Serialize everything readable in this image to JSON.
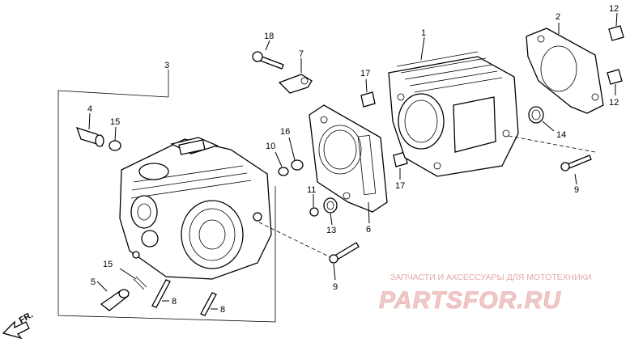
{
  "diagram": {
    "callouts": [
      {
        "id": "c1",
        "text": "1"
      },
      {
        "id": "c2",
        "text": "2"
      },
      {
        "id": "c3",
        "text": "3"
      },
      {
        "id": "c4",
        "text": "4"
      },
      {
        "id": "c5",
        "text": "5"
      },
      {
        "id": "c6",
        "text": "6"
      },
      {
        "id": "c7",
        "text": "7"
      },
      {
        "id": "c8a",
        "text": "8"
      },
      {
        "id": "c8b",
        "text": "8"
      },
      {
        "id": "c9a",
        "text": "9"
      },
      {
        "id": "c9b",
        "text": "9"
      },
      {
        "id": "c10",
        "text": "10"
      },
      {
        "id": "c11",
        "text": "11"
      },
      {
        "id": "c12a",
        "text": "12"
      },
      {
        "id": "c12b",
        "text": "12"
      },
      {
        "id": "c13",
        "text": "13"
      },
      {
        "id": "c14",
        "text": "14"
      },
      {
        "id": "c15a",
        "text": "15"
      },
      {
        "id": "c15b",
        "text": "15"
      },
      {
        "id": "c16",
        "text": "16"
      },
      {
        "id": "c17a",
        "text": "17"
      },
      {
        "id": "c17b",
        "text": "17"
      },
      {
        "id": "c18",
        "text": "18"
      }
    ],
    "front_arrow_label": "FR.",
    "watermark": {
      "tagline": "ЗАПЧАСТИ И АКСЕССУАРЫ ДЛЯ МОТОТЕХНИКИ",
      "brand": "PARTSFOR.RU"
    }
  }
}
